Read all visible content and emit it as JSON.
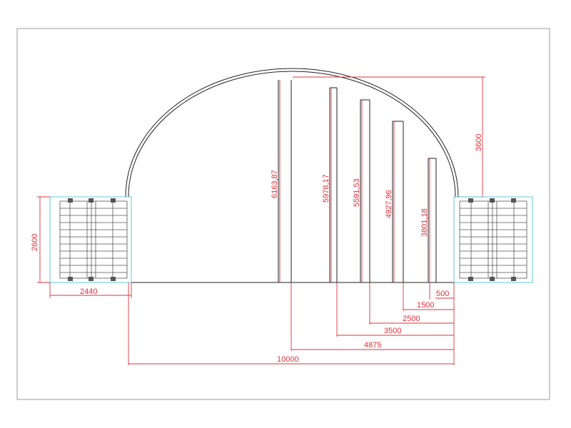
{
  "drawing": {
    "container_width_label": "2440",
    "container_height_label": "2600",
    "arch_height_label": "3600",
    "span_label": "10000",
    "stations": [
      {
        "offset_label": "4875",
        "height_label": "6163,87"
      },
      {
        "offset_label": "3500",
        "height_label": "5978,17"
      },
      {
        "offset_label": "2500",
        "height_label": "5591,53"
      },
      {
        "offset_label": "1500",
        "height_label": "4927,96"
      },
      {
        "offset_label": "500",
        "height_label": "3801,18"
      }
    ]
  },
  "colors": {
    "dimension": "#e0303a",
    "outline": "#222222",
    "container": "#4cc9d6"
  }
}
